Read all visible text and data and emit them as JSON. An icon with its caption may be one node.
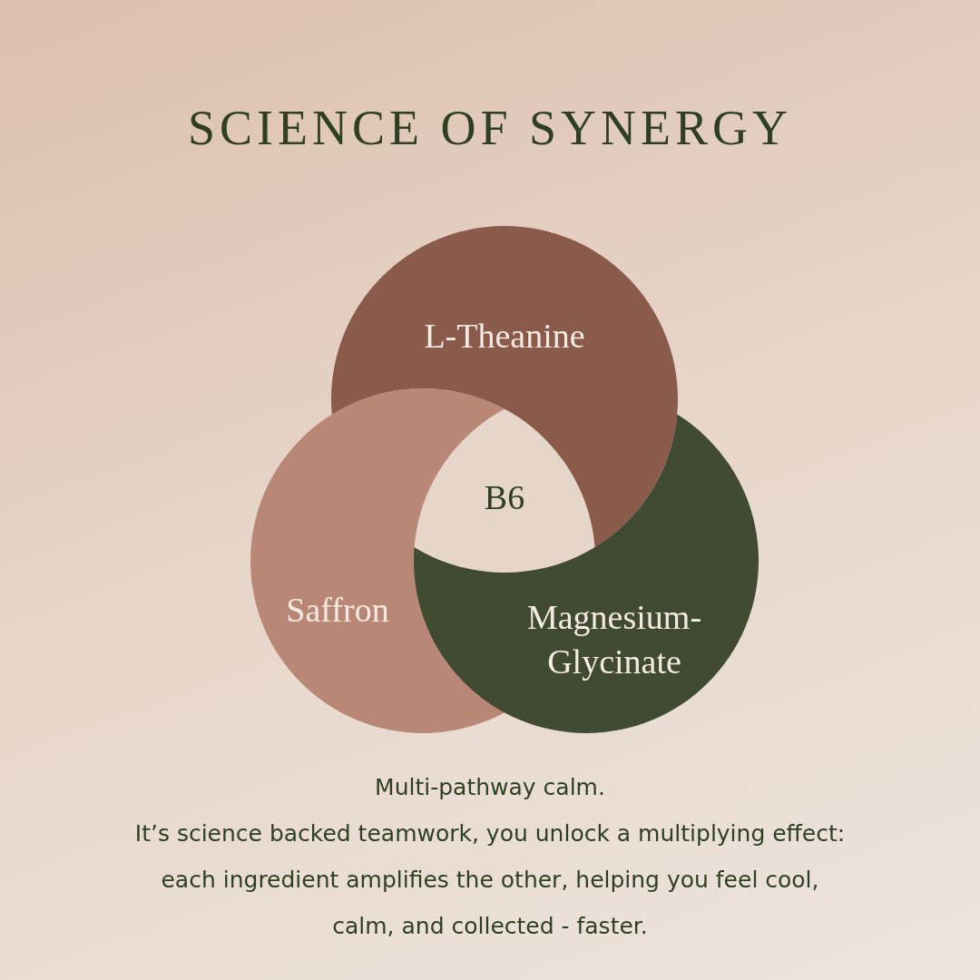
{
  "diagram": {
    "title": "SCIENCE OF SYNERGY",
    "nodes": [
      {
        "text": [
          "L-Theanine"
        ]
      },
      {
        "text": [
          "B6"
        ]
      },
      {
        "text": [
          "Saffron"
        ]
      },
      {
        "text": [
          "Magnesium- Glycinate"
        ]
      }
    ],
    "labels": [
      "Multi-pathway calm."
    ],
    "caption": "It’s science backed teamwork, you unlock a multiplying effect: each ingredient amplifies the other, helping you feel cool, calm, and collected - faster."
  }
}
